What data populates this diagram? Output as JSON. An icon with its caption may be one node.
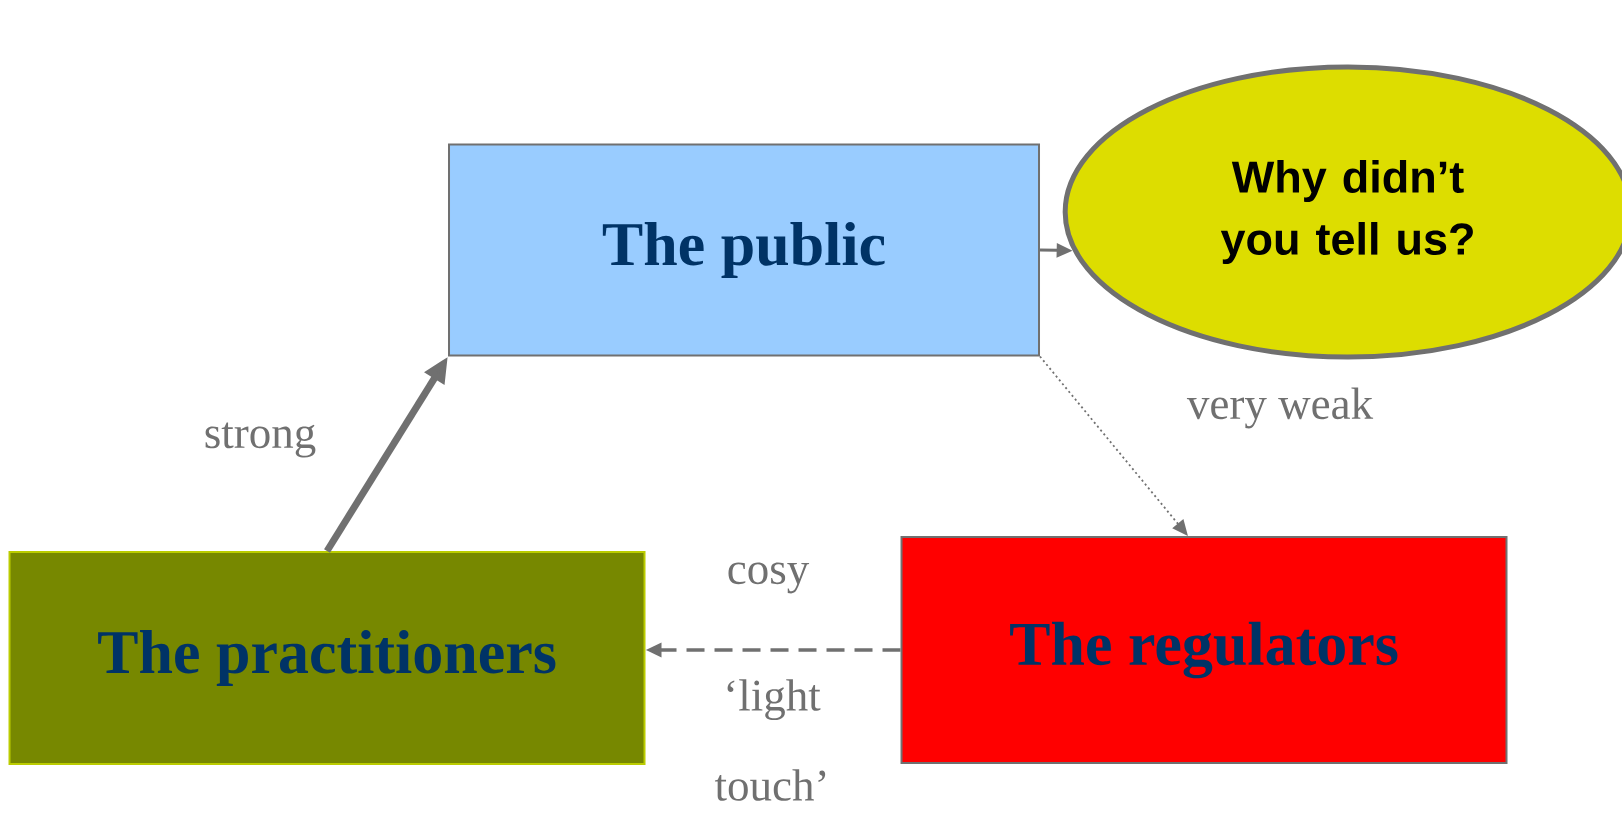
{
  "diagram": {
    "nodes": [
      {
        "text": [
          "The public"
        ]
      },
      {
        "text": [
          "Why didn’t you tell us?"
        ]
      },
      {
        "text": [
          "The practitioners"
        ]
      },
      {
        "text": [
          "The regulators"
        ]
      }
    ],
    "edges": [
      {
        "from": 2,
        "to": 0,
        "arrow": "to",
        "label": "strong",
        "style": "thick"
      },
      {
        "from": 0,
        "to": 1,
        "arrow": "to"
      },
      {
        "from": 0,
        "to": 3,
        "arrow": "to",
        "label": "very weak",
        "style": "dashed"
      },
      {
        "from": 3,
        "to": 2,
        "arrow": "to",
        "label": "cosy",
        "style": "dashed"
      }
    ],
    "labels": [
      "‘light touch’"
    ]
  }
}
